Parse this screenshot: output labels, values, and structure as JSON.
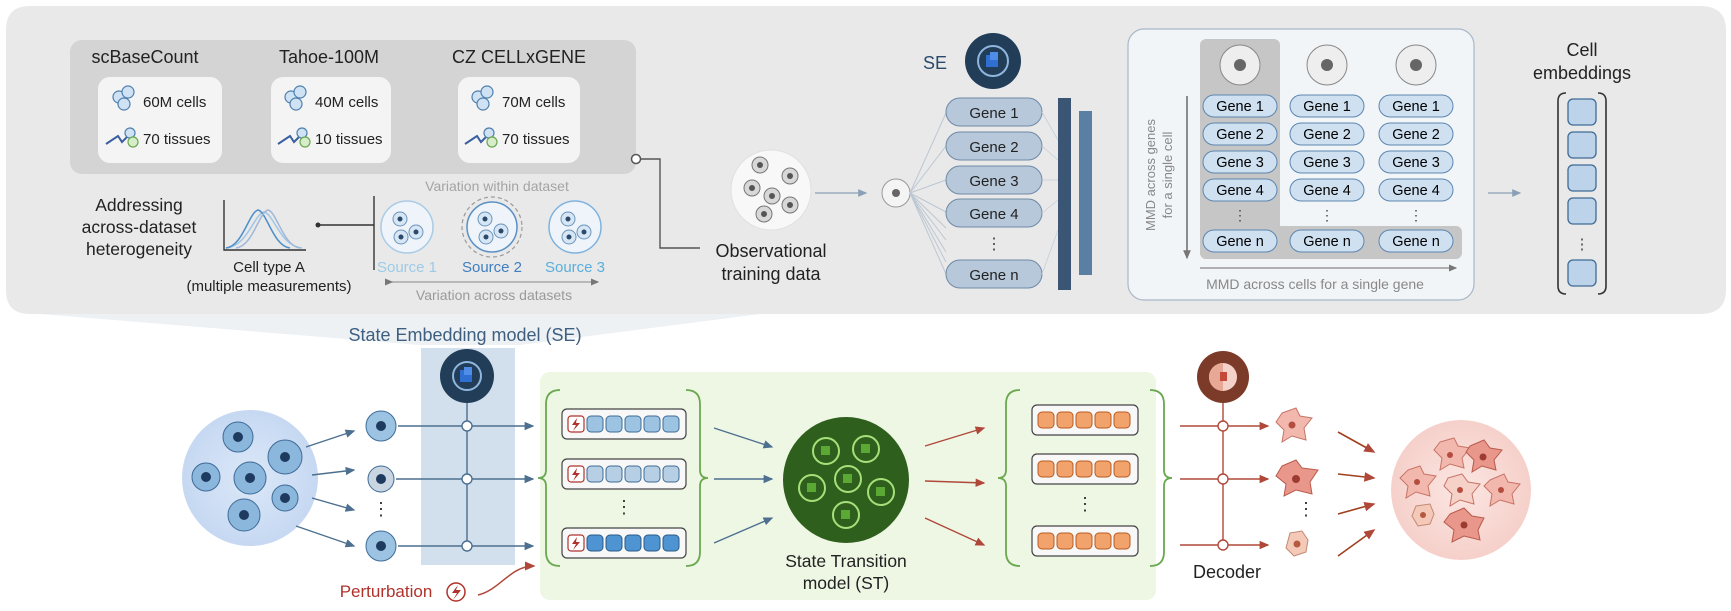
{
  "datasets": [
    {
      "name": "scBaseCount",
      "cells": "60M cells",
      "tissues": "70 tissues"
    },
    {
      "name": "Tahoe-100M",
      "cells": "40M cells",
      "tissues": "10 tissues"
    },
    {
      "name": "CZ CELLxGENE",
      "cells": "70M cells",
      "tissues": "70 tissues"
    }
  ],
  "heterogeneity": {
    "title_lines": [
      "Addressing",
      "across-dataset",
      "heterogeneity"
    ],
    "cell_type_lines": [
      "Cell type A",
      "(multiple measurements)"
    ],
    "variation_within": "Variation within dataset",
    "variation_across": "Variation across datasets",
    "sources": [
      "Source 1",
      "Source 2",
      "Source 3"
    ]
  },
  "observational_lines": [
    "Observational",
    "training data"
  ],
  "se_label": "SE",
  "genes": [
    "Gene 1",
    "Gene 2",
    "Gene 3",
    "Gene 4",
    "⋮",
    "Gene n"
  ],
  "mmd": {
    "grid_genes": [
      "Gene 1",
      "Gene 2",
      "Gene 3",
      "Gene 4",
      "⋮",
      "Gene n"
    ],
    "genes_axis_lines": [
      "MMD across genes",
      "for a single cell"
    ],
    "cells_axis": "MMD across cells for a single gene"
  },
  "cell_embeddings_lines": [
    "Cell",
    "embeddings"
  ],
  "bottom": {
    "se_model_label": "State Embedding model (SE)",
    "st_model_lines": [
      "State Transition",
      "model (ST)"
    ],
    "decoder_label": "Decoder",
    "perturbation_label": "Perturbation",
    "ellipsis": "⋮"
  },
  "colors": {
    "panel_bg": "#e9e9e9",
    "dataset_box": "#d4d4d4",
    "navy": "#2b4a6b",
    "gene_pill": "#b7c8db",
    "blue_cell": "#9cc3e2",
    "st_green": "#2f5f1c",
    "orange_token": "#f2a36c",
    "perturb_red": "#c0392b",
    "decoder_brown": "#8a4a36"
  }
}
